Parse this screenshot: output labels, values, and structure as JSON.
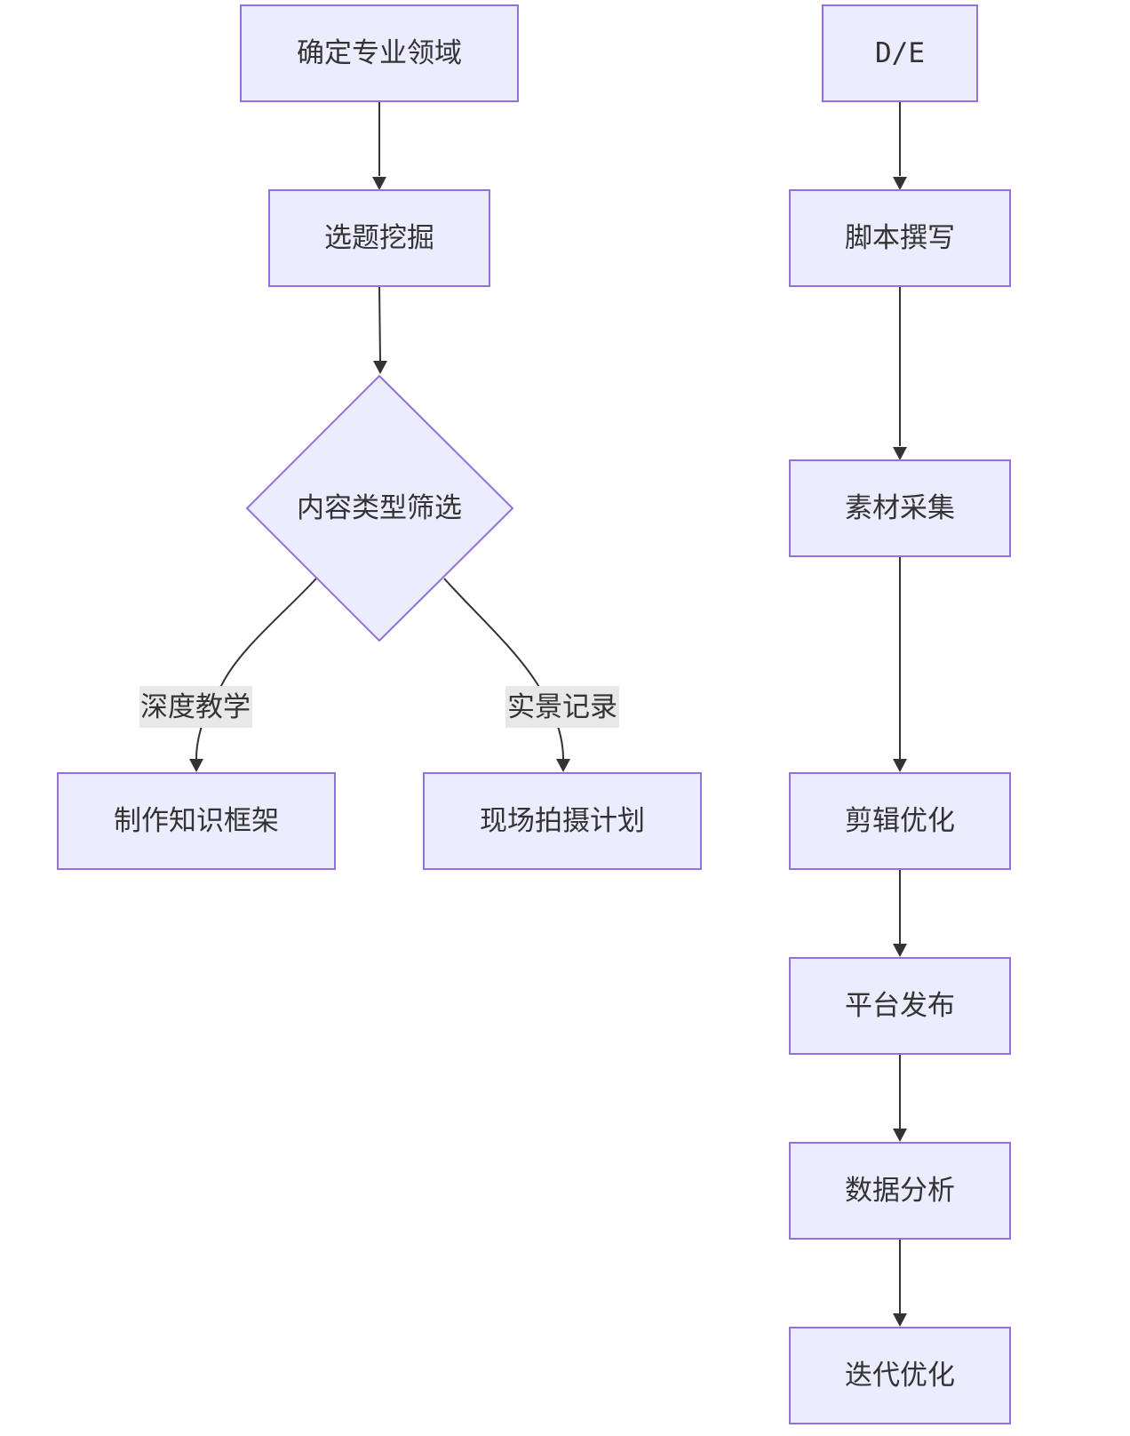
{
  "diagram": {
    "nodes": {
      "domain": "确定专业领域",
      "topic": "选题挖掘",
      "filter": "内容类型筛选",
      "framework": "制作知识框架",
      "shoot_plan": "现场拍摄计划",
      "de": "D/E",
      "script": "脚本撰写",
      "material": "素材采集",
      "edit": "剪辑优化",
      "publish": "平台发布",
      "analysis": "数据分析",
      "iterate": "迭代优化"
    },
    "edge_labels": {
      "deep_teaching": "深度教学",
      "live_record": "实景记录"
    }
  },
  "colors": {
    "node_fill": "#ECECFF",
    "node_stroke": "#9370DB",
    "edge": "#333333",
    "label_bg": "#E8E8E8",
    "text": "#333333"
  }
}
